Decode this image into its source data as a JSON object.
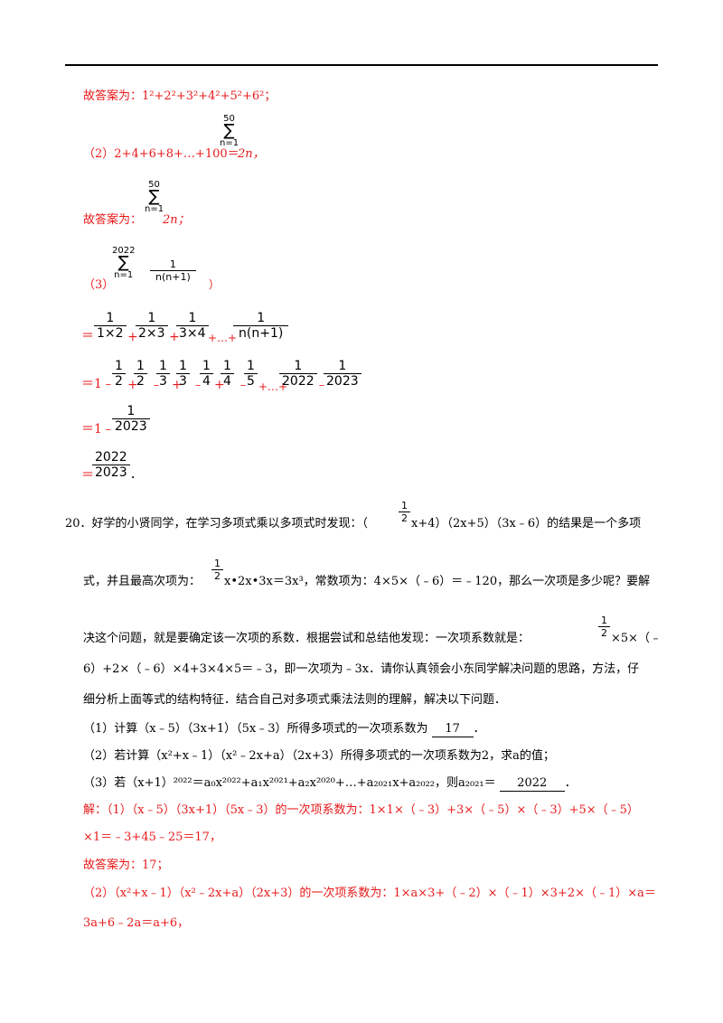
{
  "doc": {
    "ans1_prefix": "故答案为：",
    "ans1_expr": "1²+2²+3²+4²+5²+6²；",
    "p2_label": "（2）",
    "p2_expr": "2+4+6+8+…+100＝",
    "sigma_top_50": "50",
    "sigma_sym": "∑",
    "sigma_bot_n1": "n=1",
    "two_n": "2n，",
    "ans2_prefix": "故答案为：",
    "two_n_semi": "2n；",
    "sigma_top_2022": "2022",
    "p3_label": "（3）",
    "p3_bot": "n=1",
    "frac_one": "1",
    "frac_n_np1": "n(n+1)",
    "frac_one_n": "n(n+1)）",
    "eq1_frac_d": [
      "1×2",
      "2×3",
      "3×4",
      "n(n+1)"
    ],
    "eq2_dens": [
      "2",
      "2",
      "3",
      "3",
      "4",
      "4",
      "5",
      "2022",
      "2023"
    ],
    "eq3_den": "2023",
    "eq4_num": "2022",
    "eq4_den": "2023",
    "q20_num": "20．",
    "q20_l1_a": "好学的小贤同学，在学习多项式乘以多项式时发现：（",
    "q20_l1_b": "x+4）（2x+5）（3x﹣6）的结果是一个多项",
    "q20_l2_a": "式，并且最高次项为：",
    "q20_l2_b": "x•2x•3x＝3x³，常数项为：4×5×（﹣6）＝﹣120，那么一次项是多少呢？要解",
    "q20_l3_a": "决这个问题，就是要确定该一次项的系数．根据尝试和总结他发现：一次项系数就是：",
    "q20_l3_b": "×5×（﹣",
    "q20_l4": "6）+2×（﹣6）×4+3×4×5＝﹣3，即一次项为﹣3x．请你认真领会小东同学解决问题的思路，方法，仔",
    "q20_l5": "细分析上面等式的结构特征．结合自己对多项式乘法法则的理解，解决以下问题．",
    "q_1_a": "（1）计算（x﹣5）（3x+1）（5x﹣3）所得多项式的一次项系数为",
    "q_1_ans": "17",
    "q_1_end": "．",
    "q_2": "（2）若计算（x²+x﹣1）（x²﹣2x+a）（2x+3）所得多项式的一次项系数为2，求a的值；",
    "q_3_a": "（3）若（x+1）²⁰²²＝a₀x²⁰²²+a₁x²⁰²¹+a₂x²⁰²⁰+…+a₂₀₂₁x+a₂₀₂₂，则a₂₀₂₁＝",
    "q_3_ans": "2022",
    "q_3_end": "．",
    "sol_1a": "解：（1）（x﹣5）（3x+1）（5x﹣3）的一次项系数为：1×1×（﹣3）+3×（﹣5）×（﹣3）+5×（﹣5）",
    "sol_1b": "×1＝﹣3+45﹣25＝17，",
    "sol_ans": "故答案为：17；",
    "sol_2a": "（2）（x²+x﹣1）（x²﹣2x+a）（2x+3）的一次项系数为：1×a×3+（﹣2）×（﹣1）×3+2×（﹣1）×a＝",
    "sol_2b": "3a+6﹣2a＝a+6，"
  },
  "colors": {
    "answer_red": "#e8191a",
    "text_black": "#000000"
  }
}
